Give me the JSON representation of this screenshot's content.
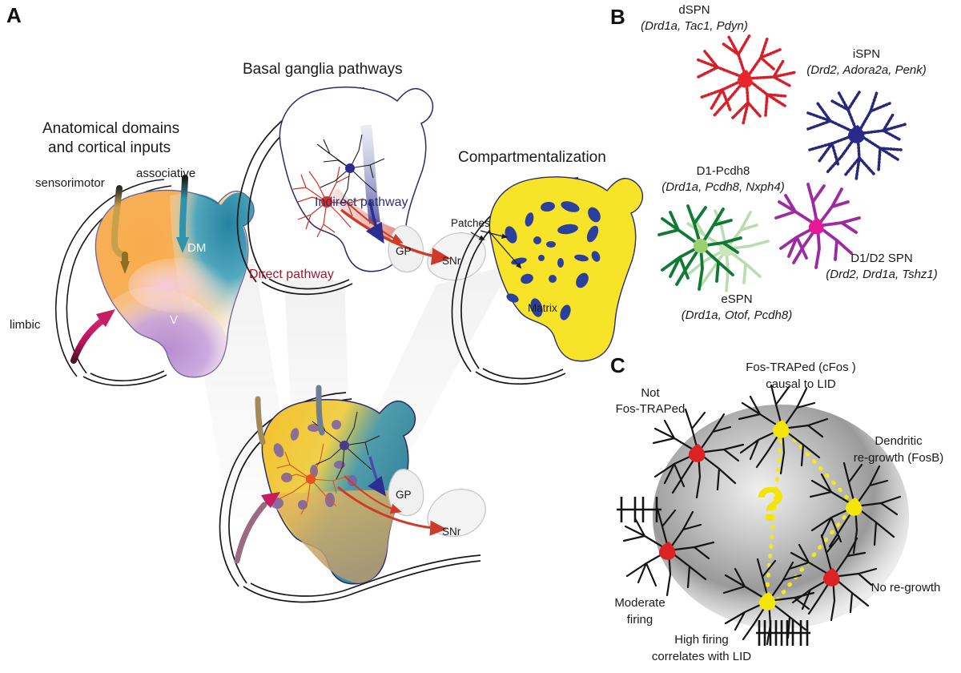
{
  "figure": {
    "panels": [
      {
        "id": "A",
        "letter": "A"
      },
      {
        "id": "B",
        "letter": "B"
      },
      {
        "id": "C",
        "letter": "C"
      }
    ]
  },
  "panel_a": {
    "letter": "A",
    "subpanels": {
      "domains": {
        "title_line1": "Anatomical domains",
        "title_line2": "and cortical inputs",
        "inputs": [
          {
            "name": "sensorimotor",
            "color": "#c8a03c"
          },
          {
            "name": "associative",
            "color": "#2f8fa8"
          },
          {
            "name": "limbic",
            "color": "#b8125a"
          }
        ],
        "region_labels": [
          {
            "text": "DM",
            "color": "#ffffff"
          },
          {
            "text": "V",
            "color": "#ffffff"
          }
        ]
      },
      "pathways": {
        "title": "Basal ganglia pathways",
        "labels": [
          {
            "text": "Indirect pathway",
            "color": "#2b2f7a"
          },
          {
            "text": "Direct pathway",
            "color": "#9e1b32"
          },
          {
            "text": "GP",
            "color": "#1a1a1a"
          },
          {
            "text": "SNr",
            "color": "#1a1a1a"
          }
        ]
      },
      "compartments": {
        "title": "Compartmentalization",
        "labels": [
          {
            "text": "Patches",
            "color": "#1a1a1a"
          },
          {
            "text": "Matrix",
            "color": "#1a1a1a"
          }
        ],
        "matrix_color": "#f7e328",
        "patch_color": "#2b3f9e"
      },
      "composite": {
        "labels": [
          {
            "text": "GP"
          },
          {
            "text": "SNr"
          }
        ]
      }
    }
  },
  "panel_b": {
    "letter": "B",
    "cell_types": [
      {
        "name": "dSPN",
        "genes": "(Drd1a, Tac1, Pdyn)",
        "color": "#d81e28",
        "soma_color": "#e8262c"
      },
      {
        "name": "iSPN",
        "genes": "(Drd2, Adora2a, Penk)",
        "color": "#26287a",
        "soma_color": "#2a2a8c"
      },
      {
        "name": "D1-Pcdh8",
        "genes": "(Drd1a, Pcdh8, Nxph4)",
        "color": "#0f7a33",
        "soma_color": "#9ccf6e",
        "secondary_color": "#b9ddae"
      },
      {
        "name": "eSPN",
        "genes": "(Drd1a, Otof, Pcdh8)",
        "color": "#0f7a33",
        "soma_color": "#9ccf6e"
      },
      {
        "name": "D1/D2 SPN",
        "genes": "(Drd2, Drd1a, Tshz1)",
        "color": "#9c2aa0",
        "soma_color": "#e8189a"
      }
    ]
  },
  "panel_c": {
    "letter": "C",
    "annotations": [
      {
        "id": "not-trapped",
        "lines": [
          "Not",
          "Fos-TRAPed"
        ]
      },
      {
        "id": "trapped",
        "lines": [
          "Fos-TRAPed (cFos )",
          "causal to LID"
        ]
      },
      {
        "id": "regrowth",
        "lines": [
          "Dendritic",
          "re-growth (FosB)"
        ]
      },
      {
        "id": "no-regrowth",
        "lines": [
          "No re-growth"
        ]
      },
      {
        "id": "moderate",
        "lines": [
          "Moderate",
          "firing"
        ]
      },
      {
        "id": "high",
        "lines": [
          "High firing",
          "correlates with LID"
        ]
      }
    ],
    "question_mark": "?",
    "colors": {
      "active_soma": "#f5e60a",
      "inactive_soma": "#dc2222",
      "dendrite": "#141414",
      "halo": "#8a8a8a",
      "link": "#f2e81c"
    },
    "spike_trains": [
      {
        "id": "moderate-firing-train",
        "spikes": 4
      },
      {
        "id": "high-firing-train",
        "spikes": 9
      }
    ]
  }
}
